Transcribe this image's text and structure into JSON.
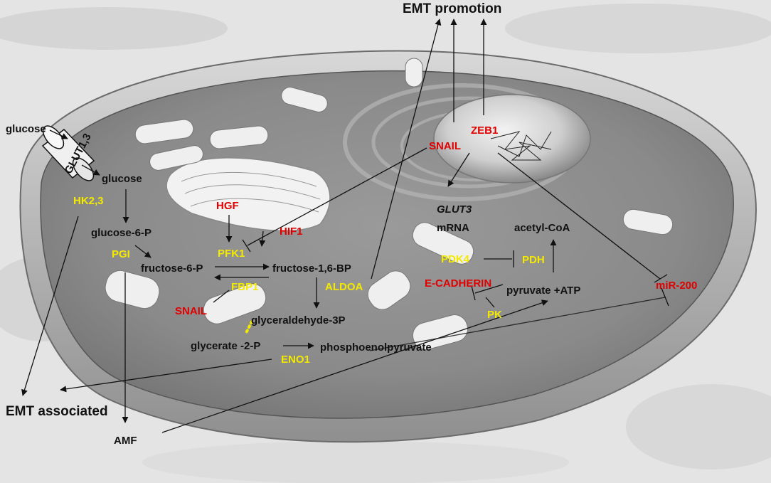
{
  "labels": {
    "emt_promotion": "EMT promotion",
    "emt_associated": "EMT associated",
    "glucose_out": "glucose",
    "glut": "GLUT1,3",
    "glucose_in": "glucose",
    "hk": "HK2,3",
    "g6p": "glucose-6-P",
    "pgi": "PGI",
    "f6p": "fructose-6-P",
    "f16bp": "fructose-1,6-BP",
    "hgf": "HGF",
    "hif1": "HIF1",
    "pfk1": "PFK1",
    "fbp1": "FBP1",
    "snail_lower": "SNAIL",
    "aldoa": "ALDOA",
    "g3p": "glyceraldehyde-3P",
    "g2p": "glycerate -2-P",
    "eno1": "ENO1",
    "pep": "phosphoenolpyruvate",
    "pk": "PK",
    "pyruvate": "pyruvate +ATP",
    "ecadherin": "E-CADHERIN",
    "pdk4": "PDK4",
    "pdh": "PDH",
    "acetyl": "acetyl-CoA",
    "glut3": "GLUT3",
    "mrna": "mRNA",
    "snail_nucleus": "SNAIL",
    "zeb1": "ZEB1",
    "mir200": "miR-200",
    "amf": "AMF"
  },
  "colors": {
    "red_label": "#e00000",
    "yellow_label": "#f4ea00",
    "black_label": "#111111"
  }
}
